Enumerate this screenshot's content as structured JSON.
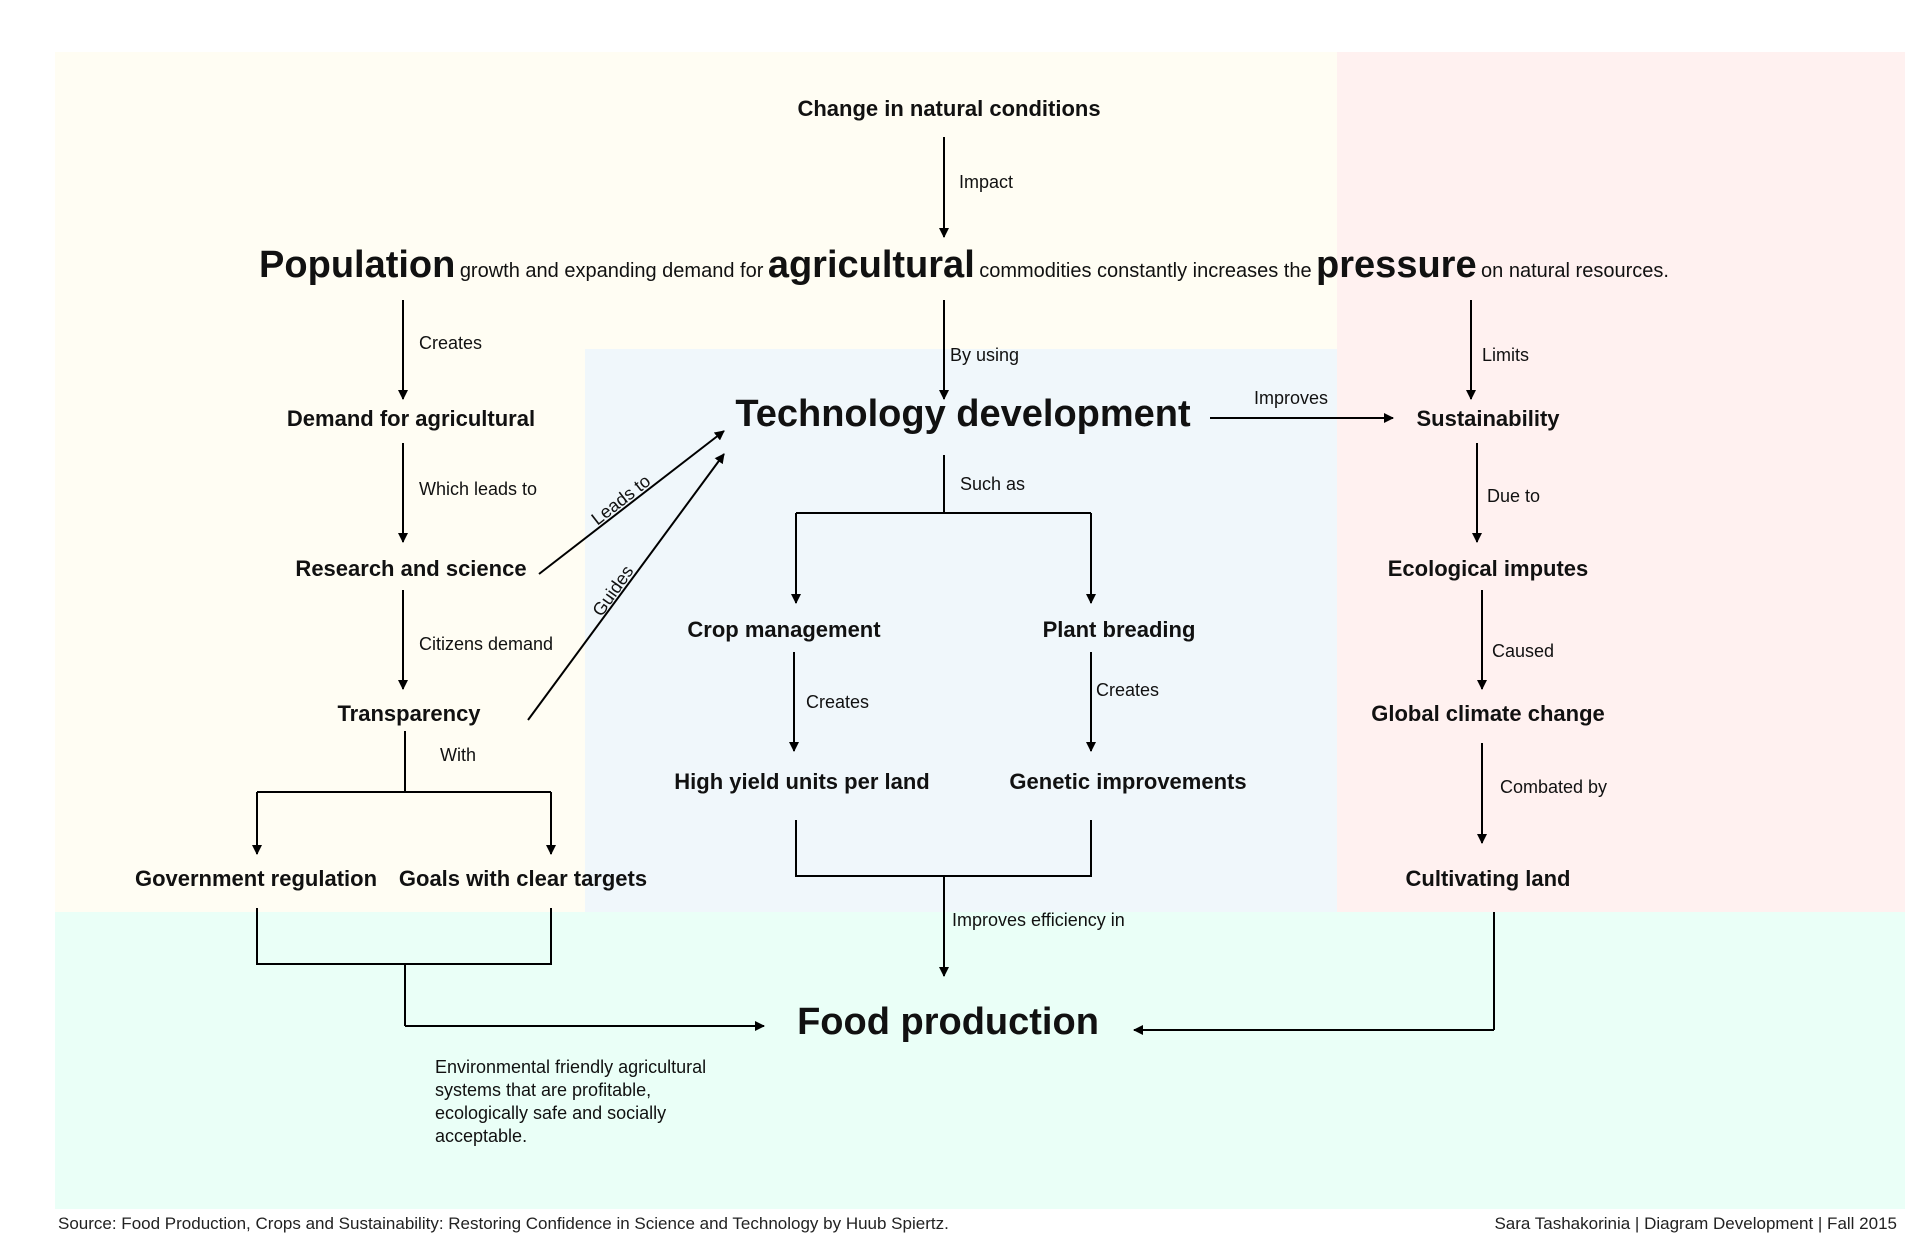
{
  "colors": {
    "zone_left": "#fffdf3",
    "zone_right": "#fff1f0",
    "zone_center": "#f0f7fb",
    "zone_bottom": "#eafff7",
    "line": "#000000"
  },
  "top": {
    "title": "Change in natural conditions",
    "impact_label": "Impact"
  },
  "headline": {
    "w1": "Population",
    "s1": "growth and expanding demand for",
    "w2": "agricultural",
    "s2": "commodities constantly increases the",
    "w3": "pressure",
    "s3": "on natural resources."
  },
  "left": {
    "creates": "Creates",
    "demand": "Demand for agricultural",
    "which_leads": "Which leads to",
    "research": "Research and science",
    "citizens": "Citizens demand",
    "transparency": "Transparency",
    "with": "With",
    "government": "Government regulation",
    "goals": "Goals with clear targets",
    "leads_to": "Leads to",
    "guides": "Guides"
  },
  "center": {
    "by_using": "By using",
    "tech": "Technology development",
    "such_as": "Such as",
    "crop": "Crop management",
    "plant": "Plant breading",
    "creates_a": "Creates",
    "creates_b": "Creates",
    "yield": "High yield units per land",
    "genetic": "Genetic improvements",
    "improves_eff": "Improves efficiency in",
    "improves": "Improves"
  },
  "right": {
    "limits": "Limits",
    "sustainability": "Sustainability",
    "due_to": "Due to",
    "ecological": "Ecological imputes",
    "caused": "Caused",
    "climate": "Global climate change",
    "combated": "Combated by",
    "cultivating": "Cultivating land"
  },
  "bottom": {
    "food": "Food production",
    "note": "Environmental friendly agricultural systems that are profitable, ecologically safe and socially acceptable."
  },
  "footer": {
    "source": "Source: Food Production, Crops and Sustainability: Restoring Confidence in Science and Technology by Huub Spiertz.",
    "credit": "Sara Tashakorinia | Diagram Development | Fall 2015"
  }
}
